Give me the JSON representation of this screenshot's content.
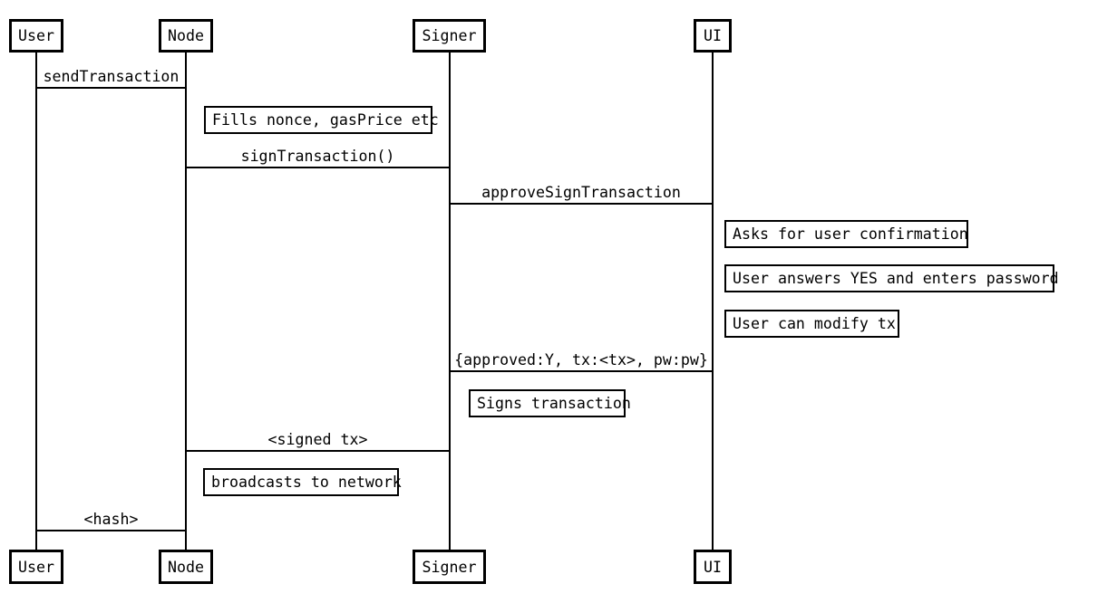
{
  "diagram": {
    "type": "sequence-diagram",
    "colors": {
      "background": "#ffffff",
      "line": "#000000",
      "text": "#000000"
    },
    "actors": {
      "user": "User",
      "node": "Node",
      "signer": "Signer",
      "ui": "UI"
    },
    "messages": {
      "send_transaction": "sendTransaction",
      "sign_transaction": "signTransaction()",
      "approve_sign_transaction": "approveSignTransaction",
      "approved_reply": "{approved:Y, tx:<tx>, pw:pw}",
      "signed_tx": "<signed tx>",
      "hash": "<hash>"
    },
    "notes": {
      "fills_nonce": "Fills nonce, gasPrice etc",
      "asks_confirmation": "Asks for user confirmation",
      "user_answers": "User answers YES and enters password",
      "user_can_modify": "User can modify tx",
      "signs_transaction": "Signs transaction",
      "broadcasts": "broadcasts to network"
    }
  }
}
